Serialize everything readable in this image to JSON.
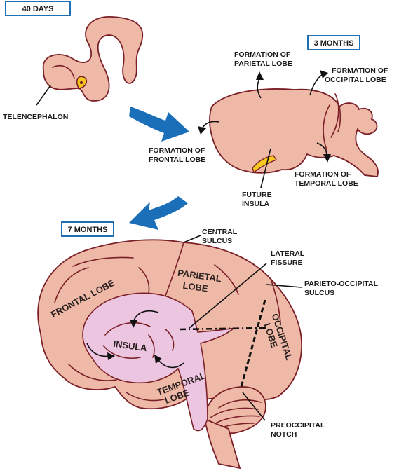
{
  "stages": {
    "days40": "40 DAYS",
    "months3": "3 MONTHS",
    "months7": "7 MONTHS"
  },
  "labels": {
    "telencephalon": "TELENCEPHALON",
    "parietal_formation": [
      "FORMATION OF",
      "PARIETAL LOBE"
    ],
    "occipital_formation": [
      "FORMATION OF",
      "OCCIPITAL LOBE"
    ],
    "frontal_formation": [
      "FORMATION OF",
      "FRONTAL LOBE"
    ],
    "temporal_formation": [
      "FORMATION OF",
      "TEMPORAL LOBE"
    ],
    "future_insula": [
      "FUTURE",
      "INSULA"
    ],
    "central_sulcus": [
      "CENTRAL",
      "SULCUS"
    ],
    "lateral_fissure": [
      "LATERAL",
      "FISSURE"
    ],
    "parieto_occipital_sulcus": [
      "PARIETO-OCCIPITAL",
      "SULCUS"
    ],
    "preoccipital_notch": [
      "PREOCCIPITAL",
      "NOTCH"
    ]
  },
  "lobes": {
    "frontal": "FRONTAL LOBE",
    "parietal": [
      "PARIETAL",
      "LOBE"
    ],
    "occipital": [
      "OCCIPITAL",
      "LOBE"
    ],
    "temporal": [
      "TEMPORAL",
      "LOBE"
    ],
    "insula": "INSULA"
  },
  "colors": {
    "tissue": "#eeb9a6",
    "outline": "#7b1f27",
    "insula_region": "#ecc6e0",
    "stage_box_border": "#1f6fb5",
    "transition_arrow": "#1a6fb8",
    "eye_highlight": "#f4c81e"
  }
}
